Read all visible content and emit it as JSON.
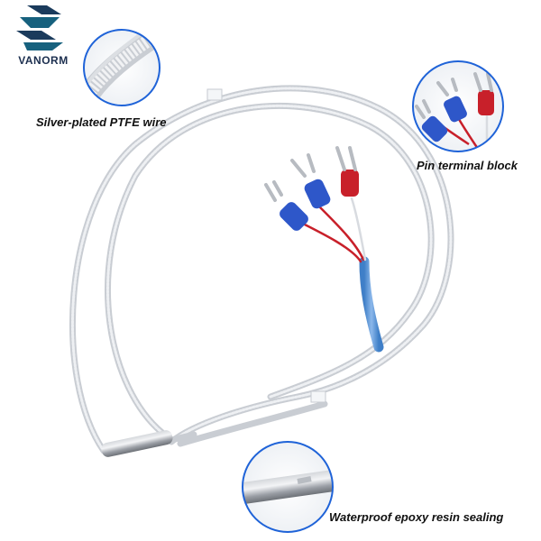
{
  "brand": {
    "name": "VANORM",
    "logo_icon": "vanorm-logo-icon",
    "logo_colors": [
      "#17617e",
      "#1b3b5c"
    ]
  },
  "callouts": {
    "wire": {
      "label": "Silver-plated PTFE wire",
      "icon": "wire-zoom-icon"
    },
    "terminal": {
      "label": "Pin terminal block",
      "icon": "terminal-zoom-icon"
    },
    "sealing": {
      "label": "Waterproof epoxy resin sealing",
      "icon": "probe-tip-zoom-icon"
    }
  },
  "colors": {
    "callout_ring": "#1f63d8",
    "cable": "#d7dadf",
    "terminal_blue": "#2e57c9",
    "terminal_red": "#c8202a",
    "heat_shrink": "#4d8fd6",
    "probe_steel": "#a7abb1"
  }
}
